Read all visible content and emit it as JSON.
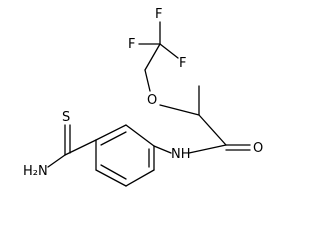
{
  "molecule": {
    "atoms": {
      "f_top": "F",
      "f_left": "F",
      "f_right": "F",
      "o_ether": "O",
      "o_carbonyl": "O",
      "nh": "NH",
      "s": "S",
      "nh2": "H₂N"
    }
  }
}
